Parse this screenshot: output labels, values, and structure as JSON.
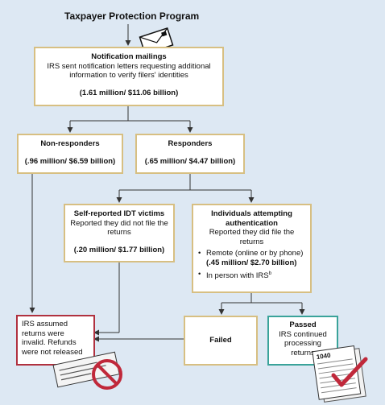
{
  "title": "Taxpayer Protection Program",
  "notification": {
    "heading": "Notification mailings",
    "text": "IRS sent notification letters requesting additional information to verify filers' identities",
    "figures": "(1.61 million/ $11.06 billion)"
  },
  "non_responders": {
    "heading": "Non-responders",
    "figures": "(.96 million/ $6.59 billion)"
  },
  "responders": {
    "heading": "Responders",
    "figures": "(.65 million/ $4.47 billion)"
  },
  "self_reported": {
    "heading": "Self-reported IDT victims",
    "text": "Reported they did not file the returns",
    "figures": "(.20 million/ $1.77 billion)"
  },
  "authenticating": {
    "heading": "Individuals attempting authentication",
    "text": "Reported they did file the returns",
    "bullet1": "Remote (online or by phone)",
    "bullet1_figures": "(.45 million/ $2.70 billion)",
    "bullet2": "In person with IRS",
    "bullet2_sup": "b"
  },
  "invalid": {
    "text": "IRS assumed returns were invalid. Refunds were not released"
  },
  "failed": {
    "label": "Failed"
  },
  "passed": {
    "heading": "Passed",
    "text": "IRS continued processing returns"
  },
  "form_label": "1040",
  "colors": {
    "background": "#dde8f3",
    "box_border": "#d7bf82",
    "invalid_border": "#b0313f",
    "passed_border": "#3aa39a",
    "check": "#c0283a",
    "no_sign": "#c0283a"
  },
  "icons": [
    "envelope-icon",
    "check-stub-icon",
    "no-sign-icon",
    "tax-form-icon",
    "checkmark-icon"
  ]
}
